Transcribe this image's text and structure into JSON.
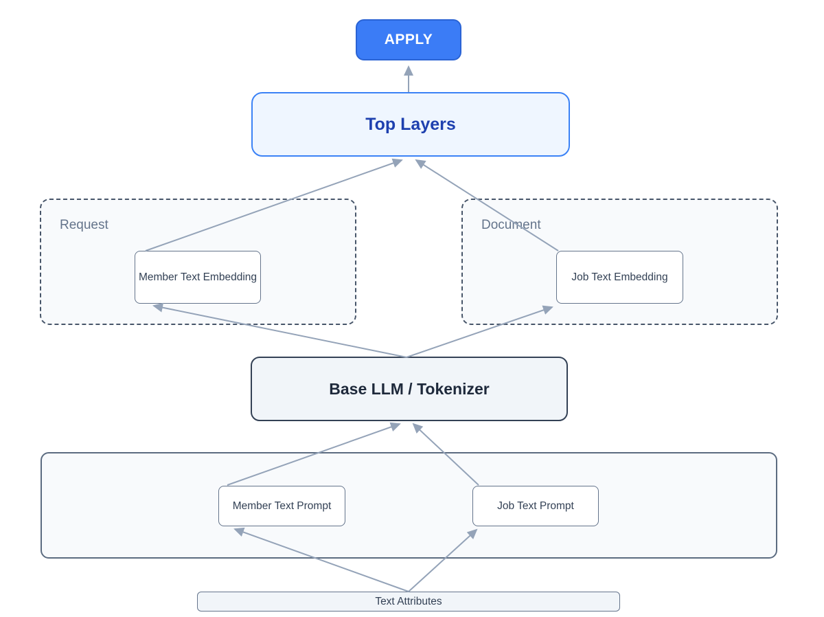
{
  "diagram": {
    "title": "Text embedding model architecture flow",
    "nodes": {
      "apply": {
        "label": "APPLY"
      },
      "top_layers": {
        "label": "Top Layers"
      },
      "request_group": {
        "label": "Request"
      },
      "document_group": {
        "label": "Document"
      },
      "member_text_embedding": {
        "label": "Member Text Embedding"
      },
      "job_text_embedding": {
        "label": "Job Text Embedding"
      },
      "base_llm": {
        "label": "Base LLM / Tokenizer"
      },
      "member_text_prompt": {
        "label": "Member Text Prompt"
      },
      "job_text_prompt": {
        "label": "Job Text Prompt"
      },
      "text_attributes": {
        "label": "Text Attributes"
      }
    },
    "edges": [
      {
        "from": "top_layers",
        "to": "apply"
      },
      {
        "from": "member_text_embedding",
        "to": "top_layers"
      },
      {
        "from": "job_text_embedding",
        "to": "top_layers"
      },
      {
        "from": "base_llm",
        "to": "member_text_embedding"
      },
      {
        "from": "base_llm",
        "to": "job_text_embedding"
      },
      {
        "from": "member_text_prompt",
        "to": "base_llm"
      },
      {
        "from": "job_text_prompt",
        "to": "base_llm"
      },
      {
        "from": "text_attributes",
        "to": "member_text_prompt"
      },
      {
        "from": "text_attributes",
        "to": "job_text_prompt"
      }
    ],
    "colors": {
      "apply_fill": "#3b7cf6",
      "apply_border": "#2a63d4",
      "apply_text": "#ffffff",
      "top_layers_fill": "#eff6ff",
      "top_layers_border": "#3b82f6",
      "top_layers_text": "#1e40af",
      "group_fill": "#f8fafc",
      "group_border": "#475569",
      "group_label": "#64748b",
      "node_fill": "#ffffff",
      "node_border": "#64748b",
      "node_text": "#334155",
      "base_llm_fill": "#f1f5f9",
      "base_llm_border": "#334155",
      "base_llm_text": "#1e293b",
      "container_border": "#5b6b80",
      "attr_fill": "#f1f5f9",
      "arrow": "#94a3b8"
    }
  }
}
